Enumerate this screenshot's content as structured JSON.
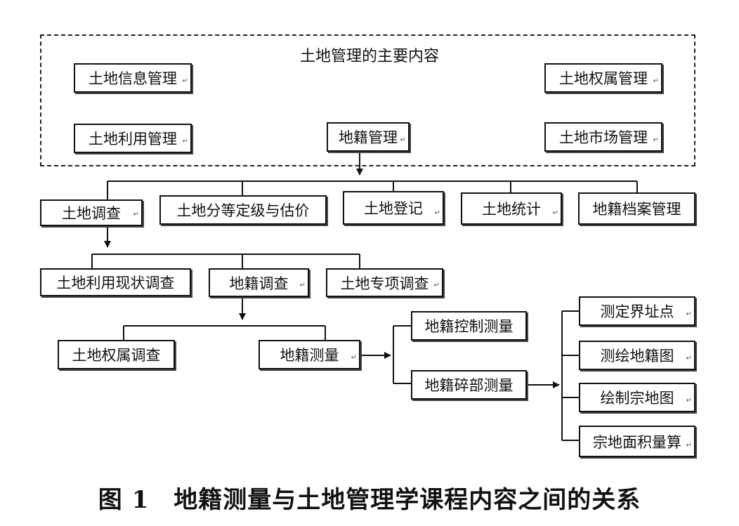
{
  "title": "土地管理的主要内容",
  "mark": "↵",
  "top_boxes": {
    "info": "土地信息管理",
    "use": "土地利用管理",
    "cadastre": "地籍管理",
    "rights": "土地权属管理",
    "market": "土地市场管理"
  },
  "level2": {
    "survey": "土地调查",
    "grading": "土地分等定级与估价",
    "registration": "土地登记",
    "statistics": "土地统计",
    "archive": "地籍档案管理"
  },
  "level3": {
    "current_use": "土地利用现状调查",
    "cadastral_survey": "地籍调查",
    "special": "土地专项调查"
  },
  "level4": {
    "ownership": "土地权属调查",
    "measurement": "地籍测量"
  },
  "level5": {
    "control": "地籍控制测量",
    "detail": "地籍碎部测量"
  },
  "level6": {
    "boundary_points": "测定界址点",
    "cadastral_map": "测绘地籍图",
    "parcel_map": "绘制宗地图",
    "area_calc": "宗地面积量算"
  },
  "caption": "图 1　地籍测量与土地管理学课程内容之间的关系"
}
